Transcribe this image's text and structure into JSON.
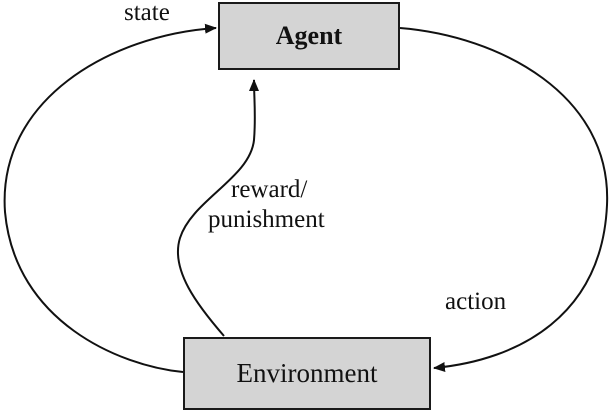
{
  "nodes": {
    "agent": {
      "label": "Agent"
    },
    "environment": {
      "label": "Environment"
    }
  },
  "edges": {
    "state": {
      "label": "state"
    },
    "reward": {
      "label_line1": "reward/",
      "label_line2": "punishment"
    },
    "action": {
      "label": "action"
    }
  },
  "colors": {
    "box_fill": "#d4d4d4",
    "stroke": "#111111"
  }
}
